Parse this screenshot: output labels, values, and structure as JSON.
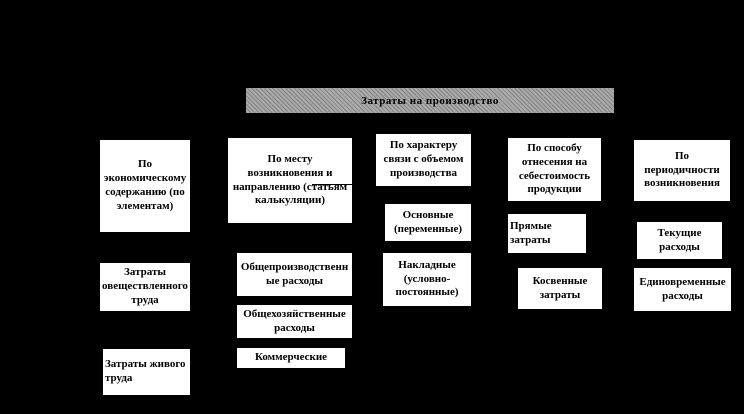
{
  "diagram": {
    "title": "Затраты  на производство",
    "columns": [
      {
        "header": "По экономическому содержанию (по элементам)",
        "items": [
          "Затраты овеществленного труда",
          "Затраты живого труда"
        ]
      },
      {
        "header": "По месту возникновения и направлению (статьям калькуляции)",
        "items": [
          "Общепроизводственные расходы",
          "Общехозяйственные расходы",
          "Коммерческие"
        ]
      },
      {
        "header": "По характеру связи с объемом производства",
        "items": [
          "Основные (переменные)",
          "Накладные (условно-постоянные)"
        ]
      },
      {
        "header": "По способу отнесения на себестоимость продукции",
        "items": [
          "Прямые затраты",
          "Косвенные затраты"
        ]
      },
      {
        "header": "По периодичности возникновения",
        "items": [
          "Текущие расходы",
          "Единовременные расходы"
        ]
      }
    ],
    "colors": {
      "background": "#000000",
      "box_fill": "#ffffff",
      "box_text": "#000000",
      "title_bar_fill": "#aaaaaa"
    }
  }
}
